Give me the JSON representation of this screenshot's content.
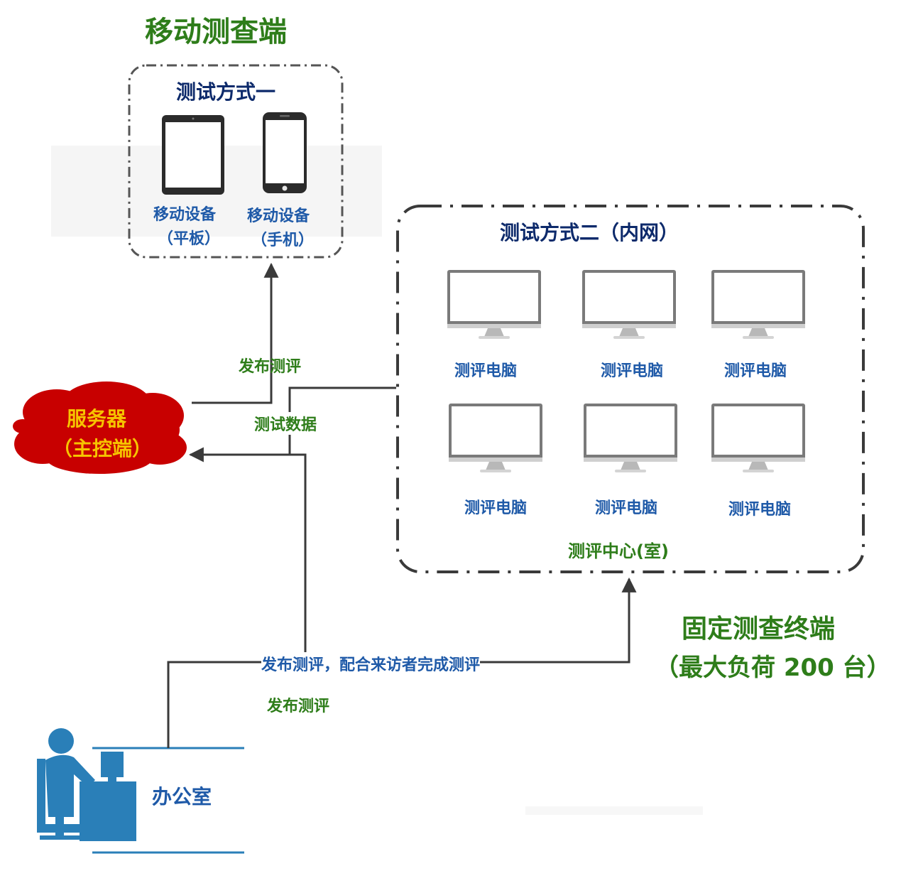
{
  "mobile_section": {
    "title": "移动测查端",
    "method_title": "测试方式一",
    "devices": [
      {
        "line1": "移动设备",
        "line2": "（平板）"
      },
      {
        "line1": "移动设备",
        "line2": "（手机）"
      }
    ]
  },
  "fixed_section": {
    "method_title": "测试方式二（内网）",
    "computer_label": "测评电脑",
    "center_label": "测评中心(室)",
    "caption_line1": "固定测查终端",
    "caption_line2": "（最大负荷 200 台）"
  },
  "server": {
    "line1": "服务器",
    "line2": "（主控端）"
  },
  "office": {
    "label": "办公室"
  },
  "edges": {
    "publish_to_mobile": "发布测评",
    "test_data": "测试数据",
    "publish_to_center": "发布测评，配合来访者完成测评",
    "publish_to_server": "发布测评"
  },
  "colors": {
    "green": "#2e7d1a",
    "navy": "#0d2a6b",
    "blue": "#1f5aa8",
    "server_red": "#c80000",
    "server_text": "#f6c400",
    "office_blue": "#2a7fb8"
  }
}
